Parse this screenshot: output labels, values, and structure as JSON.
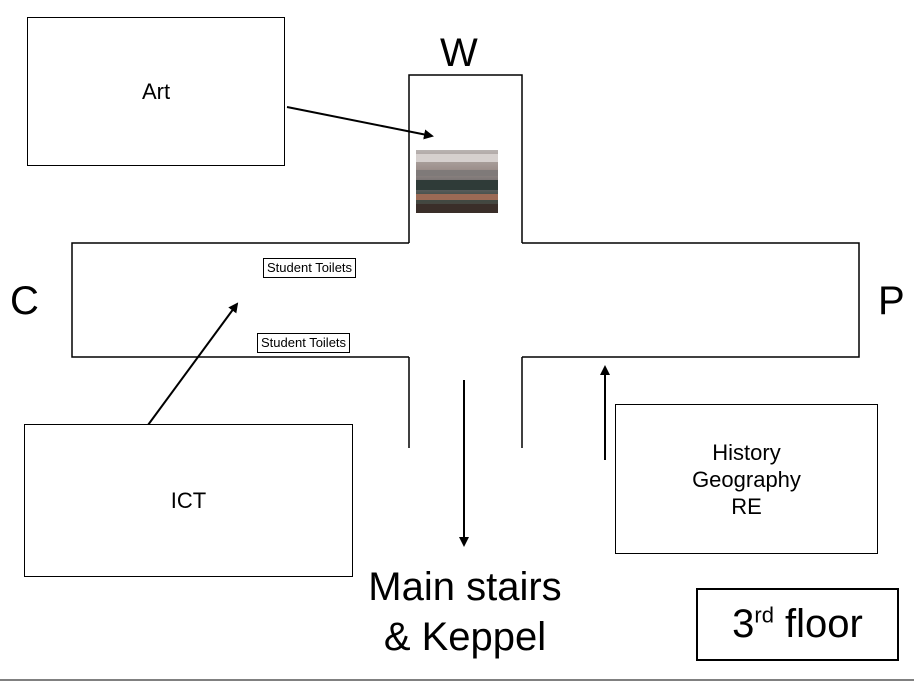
{
  "directions": {
    "north": "W",
    "west": "C",
    "east": "P"
  },
  "rooms": {
    "art": "Art",
    "ict": "ICT",
    "humanities": [
      "History",
      "Geography",
      "RE"
    ]
  },
  "toilets": {
    "upper": "Student Toilets",
    "lower": "Student Toilets"
  },
  "stairs": {
    "line1": "Main stairs",
    "line2": "& Keppel"
  },
  "floor": {
    "number": "3",
    "suffix": "rd",
    "word": " floor"
  },
  "photo": {
    "icon": "classroom-photo"
  },
  "colors": {
    "line": "#000000",
    "background": "#ffffff"
  }
}
